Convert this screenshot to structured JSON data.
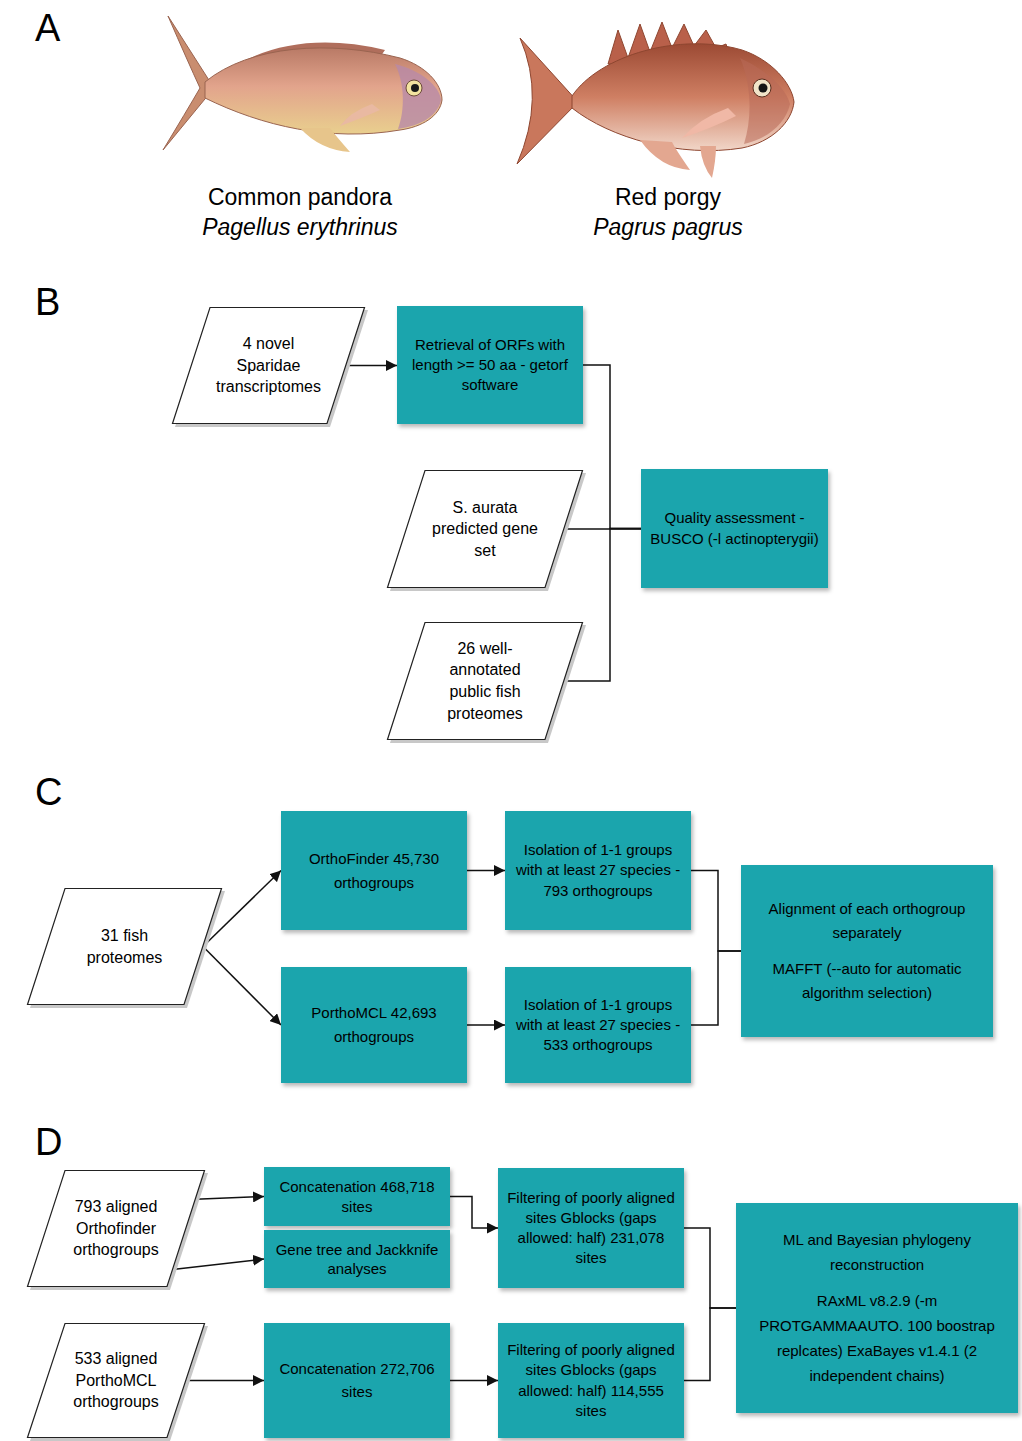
{
  "diagram": {
    "nodes": [
      {
        "text": [
          "4 novel Sparidae transcriptomes"
        ]
      },
      {
        "text": [
          "Retrieval of ORFs with length >= 50 aa - getorf software"
        ]
      },
      {
        "text": [
          "S. aurata predicted gene set"
        ]
      },
      {
        "text": [
          "26 well-annotated public fish proteomes"
        ]
      },
      {
        "text": [
          "Quality assessment - BUSCO (-l actinopterygii)"
        ]
      },
      {
        "text": [
          "31 fish proteomes"
        ]
      },
      {
        "text": [
          "OrthoFinder 45,730 orthogroups"
        ]
      },
      {
        "text": [
          "PorthoMCL 42,693 orthogroups"
        ]
      },
      {
        "text": [
          "Isolation of 1-1 groups with at least 27 species - 793 orthogroups"
        ]
      },
      {
        "text": [
          "Isolation of 1-1 groups with at least 27 species - 533 orthogroups"
        ]
      },
      {
        "text": [
          "Alignment of each orthogroup separately",
          "MAFFT (--auto for automatic algorithm selection)"
        ]
      },
      {
        "text": [
          "793 aligned Orthofinder orthogroups"
        ]
      },
      {
        "text": [
          "Concatenation 468,718 sites"
        ]
      },
      {
        "text": [
          "Gene tree and Jackknife analyses"
        ]
      },
      {
        "text": [
          "Filtering of poorly aligned sites Gblocks (gaps allowed: half) 231,078 sites"
        ]
      },
      {
        "text": [
          "533 aligned PorthoMCL orthogroups"
        ]
      },
      {
        "text": [
          "Concatenation 272,706 sites"
        ]
      },
      {
        "text": [
          "Filtering of poorly aligned sites Gblocks (gaps allowed: half) 114,555 sites"
        ]
      },
      {
        "text": [
          "ML and Bayesian phylogeny reconstruction",
          "RAxML v8.2.9 (-m PROTGAMMAAUTO. 100 boostrap replcates) ExaBayes v1.4.1 (2 independent chains)"
        ]
      }
    ],
    "edges": [
      {
        "from": 0,
        "to": 1,
        "arrow": "to"
      },
      {
        "from": 1,
        "to": 4,
        "arrow": "none"
      },
      {
        "from": 2,
        "to": 4,
        "arrow": "none"
      },
      {
        "from": 3,
        "to": 4,
        "arrow": "none"
      },
      {
        "from": 5,
        "to": 6,
        "arrow": "to"
      },
      {
        "from": 5,
        "to": 7,
        "arrow": "to"
      },
      {
        "from": 6,
        "to": 8,
        "arrow": "to"
      },
      {
        "from": 7,
        "to": 9,
        "arrow": "to"
      },
      {
        "from": 8,
        "to": 10,
        "arrow": "none"
      },
      {
        "from": 9,
        "to": 10,
        "arrow": "none"
      },
      {
        "from": 11,
        "to": 12,
        "arrow": "to"
      },
      {
        "from": 11,
        "to": 13,
        "arrow": "to"
      },
      {
        "from": 12,
        "to": 14,
        "arrow": "to"
      },
      {
        "from": 15,
        "to": 16,
        "arrow": "to"
      },
      {
        "from": 16,
        "to": 17,
        "arrow": "to"
      },
      {
        "from": 14,
        "to": 18,
        "arrow": "none"
      },
      {
        "from": 17,
        "to": 18,
        "arrow": "none"
      }
    ],
    "labels": [
      "A",
      "Common pandora",
      "Pagellus erythrinus",
      "Red porgy",
      "Pagrus pagrus",
      "B",
      "C",
      "D"
    ]
  }
}
